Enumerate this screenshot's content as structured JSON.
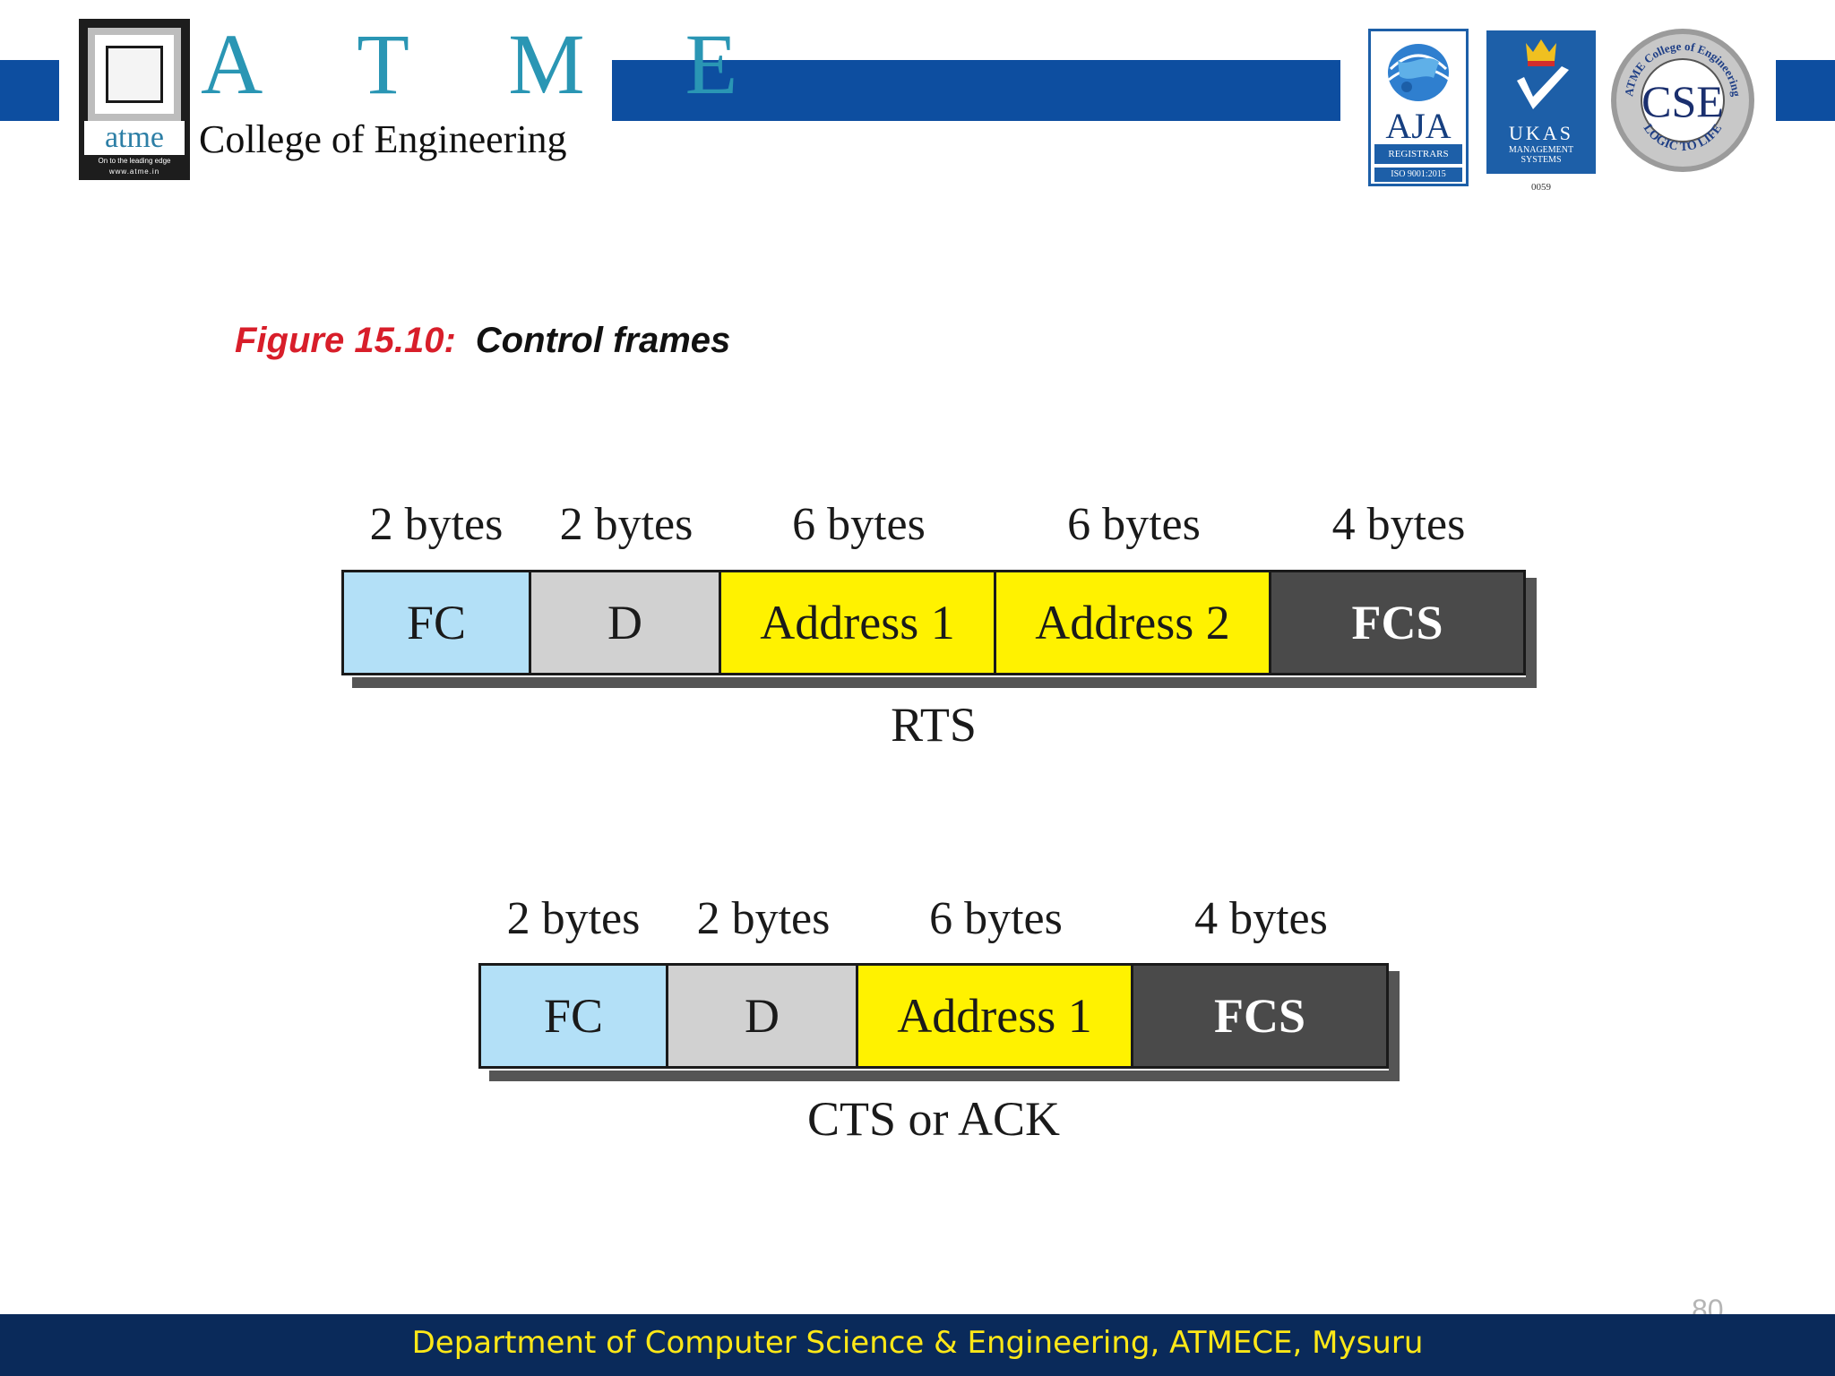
{
  "header": {
    "brand_letters": "A T M E",
    "college": "College of Engineering",
    "logo": {
      "wordmark": "atme",
      "tagline": "On to the leading edge",
      "website": "www.atme.in"
    },
    "badges": {
      "aja": {
        "name": "AJA",
        "registrars": "REGISTRARS",
        "iso": "ISO 9001:2015"
      },
      "ukas": {
        "name": "UKAS",
        "sub1": "MANAGEMENT",
        "sub2": "SYSTEMS",
        "number": "0059"
      },
      "cse": {
        "name": "CSE",
        "ring_top": "ATME College of Engineering",
        "ring_bottom": "LOGIC TO LIFE"
      }
    },
    "band_color": "#0d4ea0"
  },
  "figure": {
    "number": "Figure 15.10:",
    "title": "Control frames"
  },
  "frames": [
    {
      "name": "RTS",
      "fields": [
        {
          "label": "FC",
          "size": "2 bytes",
          "color": "#b3e0f7",
          "text_color": "#1a1a1a"
        },
        {
          "label": "D",
          "size": "2 bytes",
          "color": "#d1d1d1",
          "text_color": "#1a1a1a"
        },
        {
          "label": "Address 1",
          "size": "6 bytes",
          "color": "#fff200",
          "text_color": "#1a1a1a"
        },
        {
          "label": "Address 2",
          "size": "6 bytes",
          "color": "#fff200",
          "text_color": "#1a1a1a"
        },
        {
          "label": "FCS",
          "size": "4 bytes",
          "color": "#4a4a4a",
          "text_color": "#ffffff"
        }
      ]
    },
    {
      "name": "CTS or ACK",
      "fields": [
        {
          "label": "FC",
          "size": "2 bytes",
          "color": "#b3e0f7",
          "text_color": "#1a1a1a"
        },
        {
          "label": "D",
          "size": "2 bytes",
          "color": "#d1d1d1",
          "text_color": "#1a1a1a"
        },
        {
          "label": "Address 1",
          "size": "6 bytes",
          "color": "#fff200",
          "text_color": "#1a1a1a"
        },
        {
          "label": "FCS",
          "size": "4 bytes",
          "color": "#4a4a4a",
          "text_color": "#ffffff"
        }
      ]
    }
  ],
  "footer": {
    "text": "Department of Computer Science & Engineering, ATMECE, Mysuru",
    "page_number": "80"
  }
}
